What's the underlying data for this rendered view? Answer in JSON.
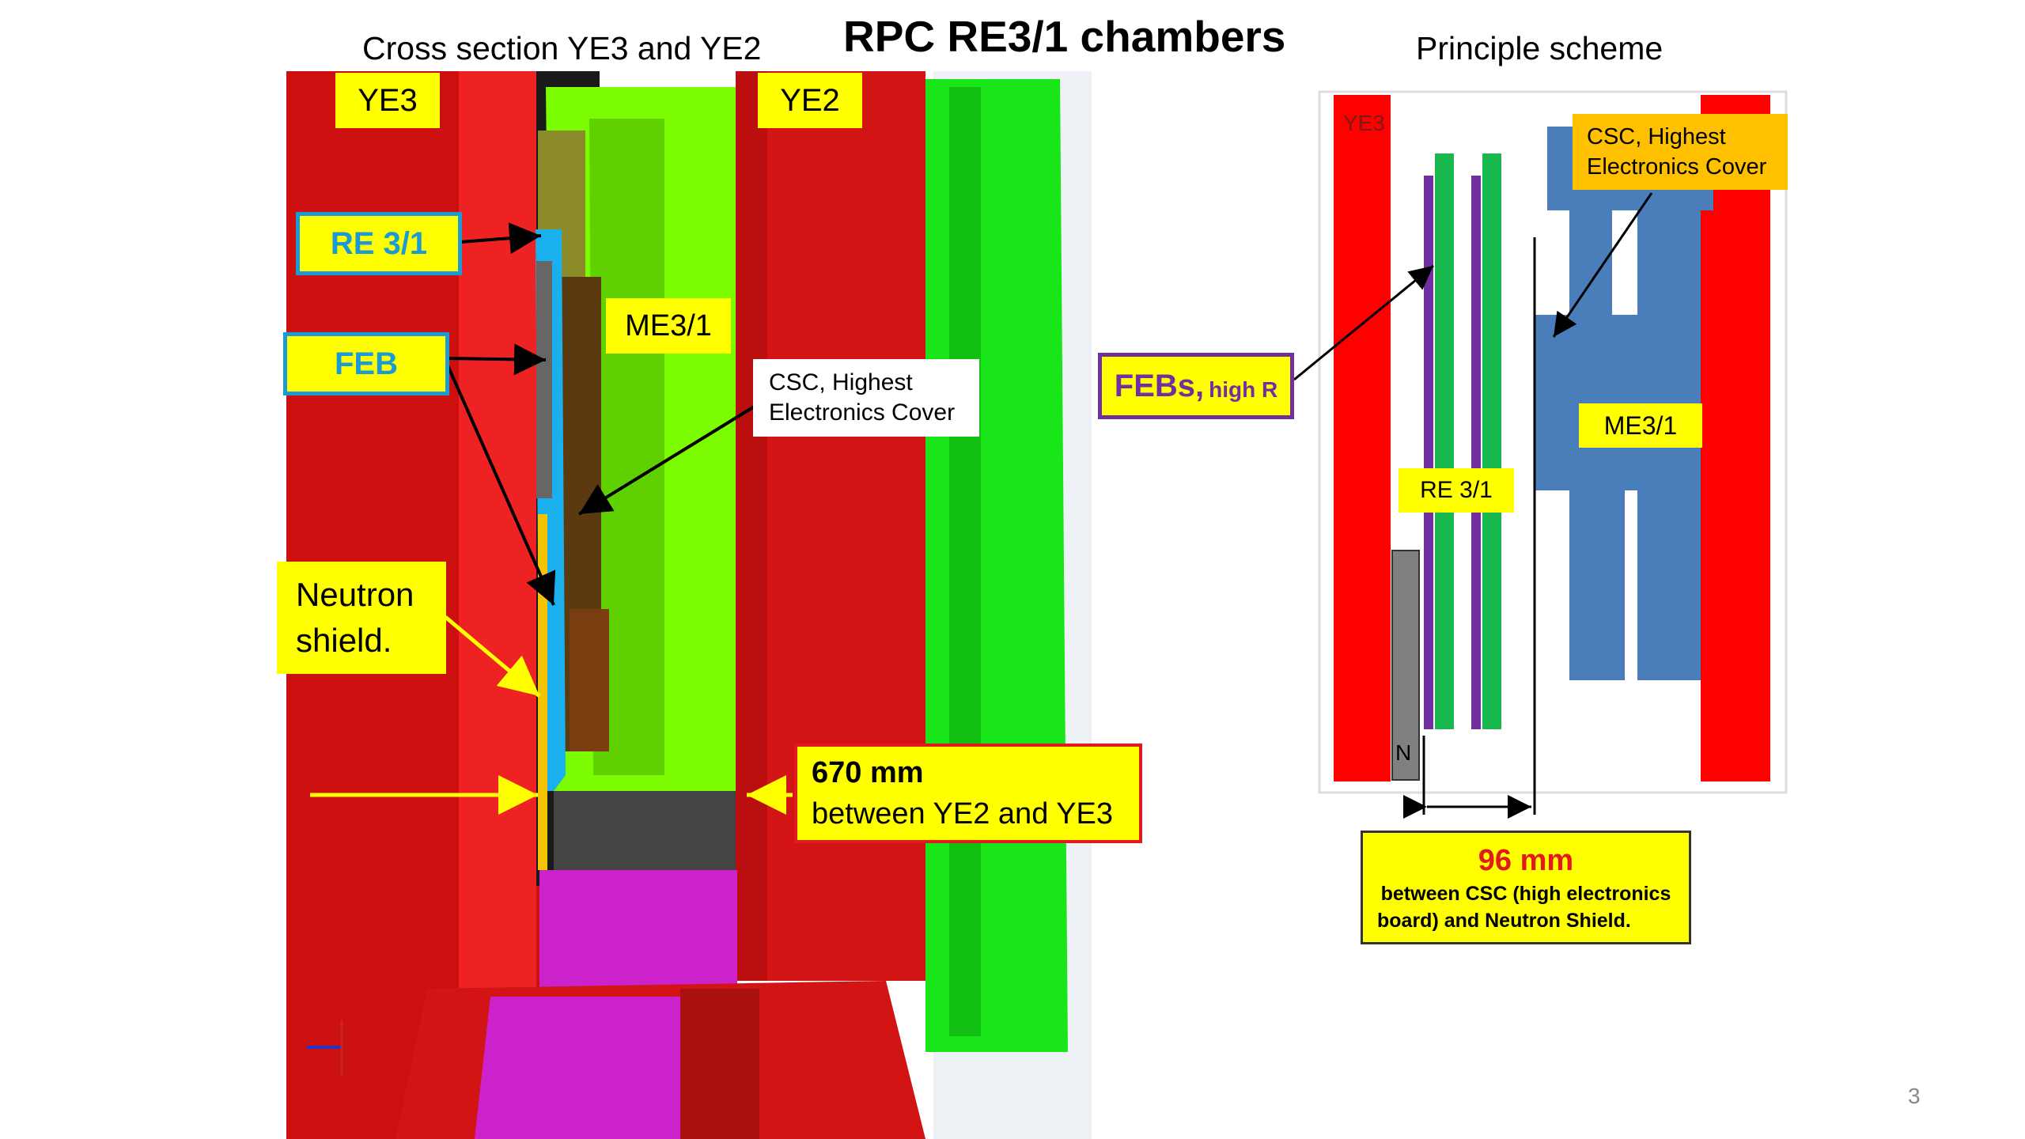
{
  "slide": {
    "title": "RPC RE3/1 chambers",
    "left_heading": "Cross section YE3 and YE2",
    "right_heading": "Principle scheme",
    "page_number": "3"
  },
  "cross_section": {
    "ye3_label": "YE3",
    "ye2_label": "YE2",
    "re31_label": "RE 3/1",
    "feb_label": "FEB",
    "me31_label": "ME3/1",
    "csc_line1": "CSC, Highest",
    "csc_line2": "Electronics Cover",
    "neutron_line1": "Neutron",
    "neutron_line2": "shield.",
    "gap_value": "670 mm",
    "gap_text": "between YE2 and YE3"
  },
  "scheme": {
    "ye3_label": "YE3",
    "csc_line1": "CSC, Highest",
    "csc_line2": "Electronics Cover",
    "me31_label": "ME3/1",
    "re31_label": "RE 3/1",
    "n_label": "N",
    "febs_main": "FEBs,",
    "febs_sub": "high R",
    "dist_value": "96 mm",
    "dist_line1": "between CSC (high electronics",
    "dist_line2": "board) and Neutron Shield."
  },
  "colors": {
    "yoke_red": "#e11b1b",
    "chamber_green": "#7cfc00",
    "bright_green": "#19e619",
    "re_blue": "#1ab0ee",
    "scheme_blue": "#4a7ebb",
    "scheme_green": "#19b84f",
    "scheme_purple": "#7030a0",
    "magenta": "#cc22cc",
    "label_yellow": "#ffff00",
    "orange": "#ffc000"
  }
}
